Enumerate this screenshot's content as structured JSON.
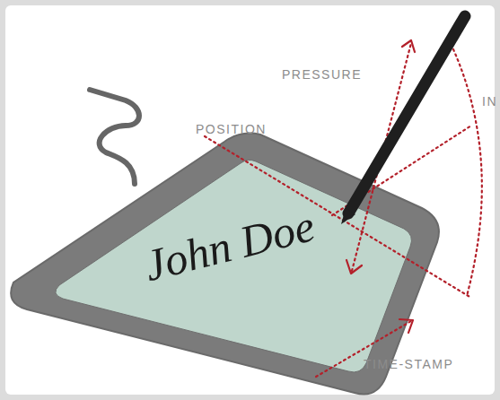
{
  "diagram": {
    "labels": [
      "PRESSURE",
      "POSITION",
      "IN",
      "TIME-STAMP",
      "John Doe"
    ]
  }
}
